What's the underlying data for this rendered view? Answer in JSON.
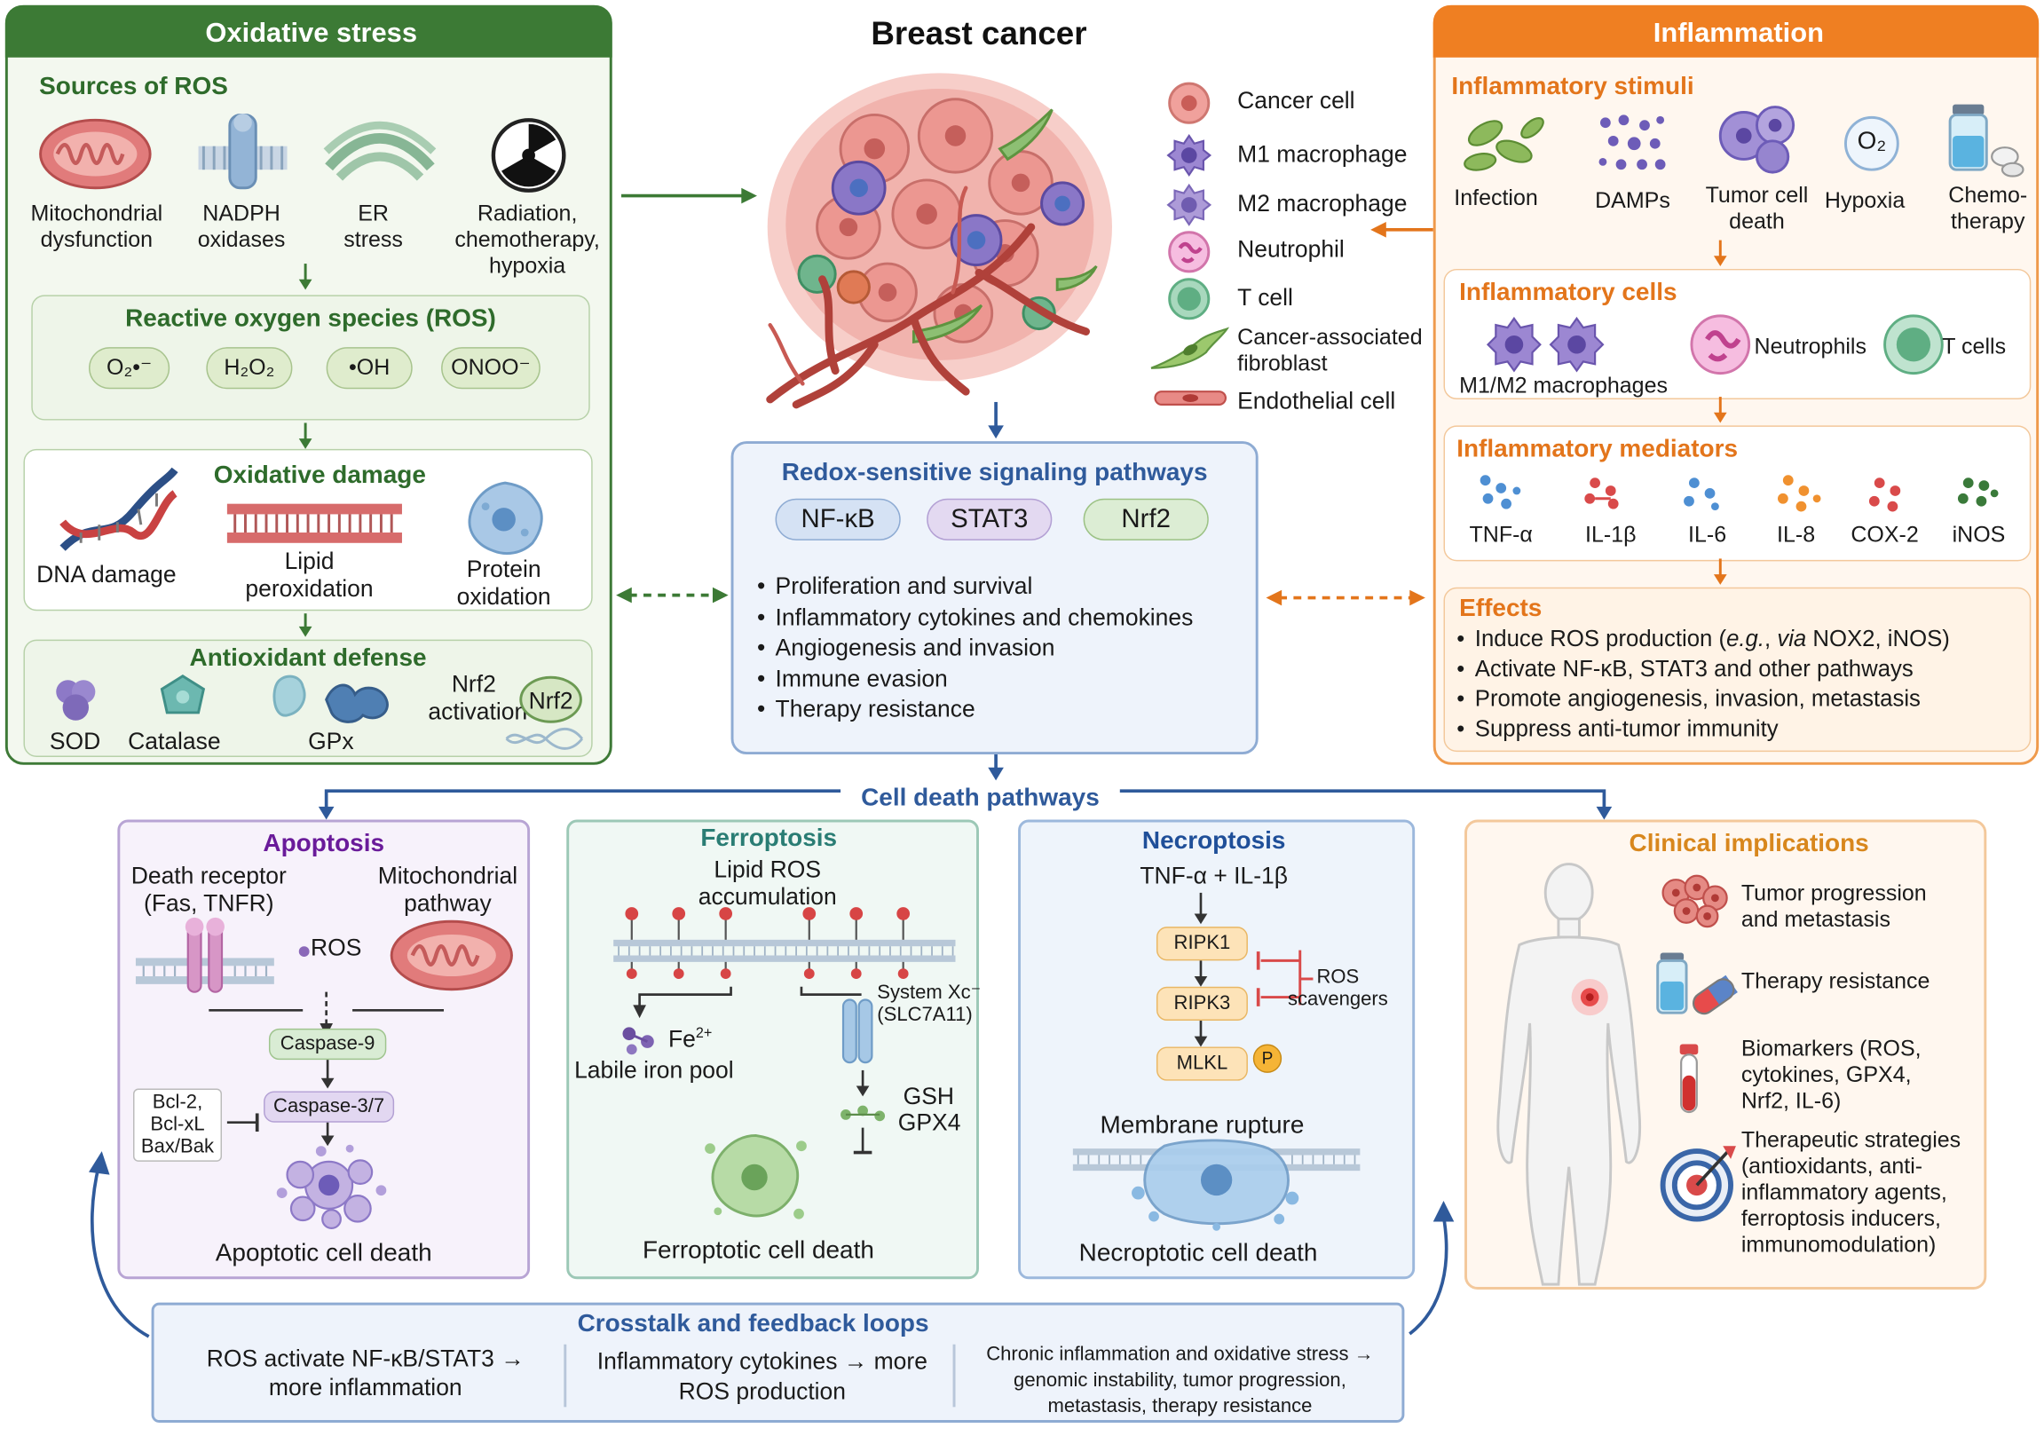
{
  "title": "Breast cancer",
  "oxidative": {
    "header": "Oxidative stress",
    "sources_title": "Sources of ROS",
    "sources": [
      {
        "label": "Mitochondrial dysfunction",
        "icon": "mitochondrion-icon"
      },
      {
        "label": "NADPH oxidases",
        "icon": "nadph-oxidase-icon"
      },
      {
        "label": "ER stress",
        "icon": "er-icon"
      },
      {
        "label": "Radiation, chemotherapy, hypoxia",
        "icon": "radiation-icon"
      }
    ],
    "ros_title": "Reactive oxygen species (ROS)",
    "ros": [
      "O₂•⁻",
      "H₂O₂",
      "•OH",
      "ONOO⁻"
    ],
    "damage_title": "Oxidative damage",
    "damage": [
      {
        "label": "DNA damage",
        "icon": "dna-icon"
      },
      {
        "label": "Lipid peroxidation",
        "icon": "lipid-bilayer-icon"
      },
      {
        "label": "Protein oxidation",
        "icon": "protein-icon"
      }
    ],
    "antioxidant_title": "Antioxidant defense",
    "antioxidants": [
      "SOD",
      "Catalase",
      "GPx"
    ],
    "nrf2_activation": "Nrf2 activation",
    "nrf2_badge": "Nrf2"
  },
  "legend": [
    {
      "label": "Cancer cell",
      "color": "#e58a84"
    },
    {
      "label": "M1 macrophage",
      "color": "#8c74c2"
    },
    {
      "label": "M2 macrophage",
      "color": "#9b86cc"
    },
    {
      "label": "Neutrophil",
      "color": "#d65aa8"
    },
    {
      "label": "T cell",
      "color": "#5fae83"
    },
    {
      "label": "Cancer-associated fibroblast",
      "color": "#7aa84a"
    },
    {
      "label": "Endothelial cell",
      "color": "#d45050"
    }
  ],
  "inflammation": {
    "header": "Inflammation",
    "stimuli_title": "Inflammatory stimuli",
    "stimuli": [
      {
        "label": "Infection",
        "icon": "bacteria-icon"
      },
      {
        "label": "DAMPs",
        "icon": "damps-icon"
      },
      {
        "label": "Tumor cell death",
        "icon": "dead-tumor-cell-icon"
      },
      {
        "label": "Hypoxia",
        "icon": "oxygen-icon"
      },
      {
        "label": "Chemo-therapy",
        "icon": "chemotherapy-icon"
      }
    ],
    "o2": "O₂",
    "cells_title": "Inflammatory cells",
    "cells": [
      "M1/M2 macrophages",
      "Neutrophils",
      "T cells"
    ],
    "mediators_title": "Inflammatory mediators",
    "mediators": [
      "TNF-α",
      "IL-1β",
      "IL-6",
      "IL-8",
      "COX-2",
      "iNOS"
    ],
    "effects_title": "Effects",
    "effects_1_pre": "Induce ROS production (",
    "effects_1_eg": "e.g.",
    "effects_1_mid": ", ",
    "effects_1_via": "via",
    "effects_1_post": " NOX2, iNOS)",
    "effects": [
      "Activate NF-κB, STAT3 and other pathways",
      "Promote angiogenesis, invasion, metastasis",
      "Suppress anti-tumor immunity"
    ]
  },
  "redox": {
    "title": "Redox-sensitive signaling pathways",
    "pills": [
      "NF-κB",
      "STAT3",
      "Nrf2"
    ],
    "bullets": [
      "Proliferation and survival",
      "Inflammatory cytokines and chemokines",
      "Angiogenesis and invasion",
      "Immune evasion",
      "Therapy resistance"
    ]
  },
  "cell_death_title": "Cell death pathways",
  "apoptosis": {
    "title": "Apoptosis",
    "death_receptor": "Death receptor (Fas, TNFR)",
    "mito": "Mitochondrial pathway",
    "ros": "ROS",
    "casp9": "Caspase-9",
    "casp37": "Caspase-3/7",
    "bcl": "Bcl-2, Bcl-xL Bax/Bak",
    "result": "Apoptotic cell death"
  },
  "ferroptosis": {
    "title": "Ferroptosis",
    "lipid": "Lipid ROS accumulation",
    "fe": "Fe",
    "fe_sup": "2+",
    "iron": "Labile iron pool",
    "system": "System Xc⁻ (SLC7A11)",
    "gsh": "GSH",
    "gpx4": "GPX4",
    "result": "Ferroptotic cell death"
  },
  "necroptosis": {
    "title": "Necroptosis",
    "trigger": "TNF-α + IL-1β",
    "steps": [
      "RIPK1",
      "RIPK3",
      "MLKL"
    ],
    "p": "P",
    "scavengers": "ROS scavengers",
    "rupture": "Membrane rupture",
    "result": "Necroptotic cell death"
  },
  "clinical": {
    "title": "Clinical implications",
    "items": [
      {
        "label": "Tumor progression and metastasis",
        "icon": "tumor-icon"
      },
      {
        "label": "Therapy resistance",
        "icon": "drug-icon"
      },
      {
        "label": "Biomarkers (ROS, cytokines, GPX4, Nrf2, IL-6)",
        "icon": "blood-tube-icon"
      },
      {
        "label": "Therapeutic strategies (antioxidants, anti-inflammatory agents, ferroptosis inducers, immunomodulation)",
        "icon": "target-icon"
      }
    ]
  },
  "crosstalk": {
    "title": "Crosstalk and feedback loops",
    "items": [
      "ROS activate NF-κB/STAT3 → more inflammation",
      "Inflammatory cytokines → more ROS production",
      "Chronic inflammation and oxidative stress → genomic instability, tumor progression, metastasis, therapy resistance"
    ]
  },
  "colors": {
    "green": "#2e6b2b",
    "orange": "#e3751b",
    "blue": "#2f5a9b",
    "purple": "#6a1b9a",
    "teal": "#2a7d74"
  }
}
